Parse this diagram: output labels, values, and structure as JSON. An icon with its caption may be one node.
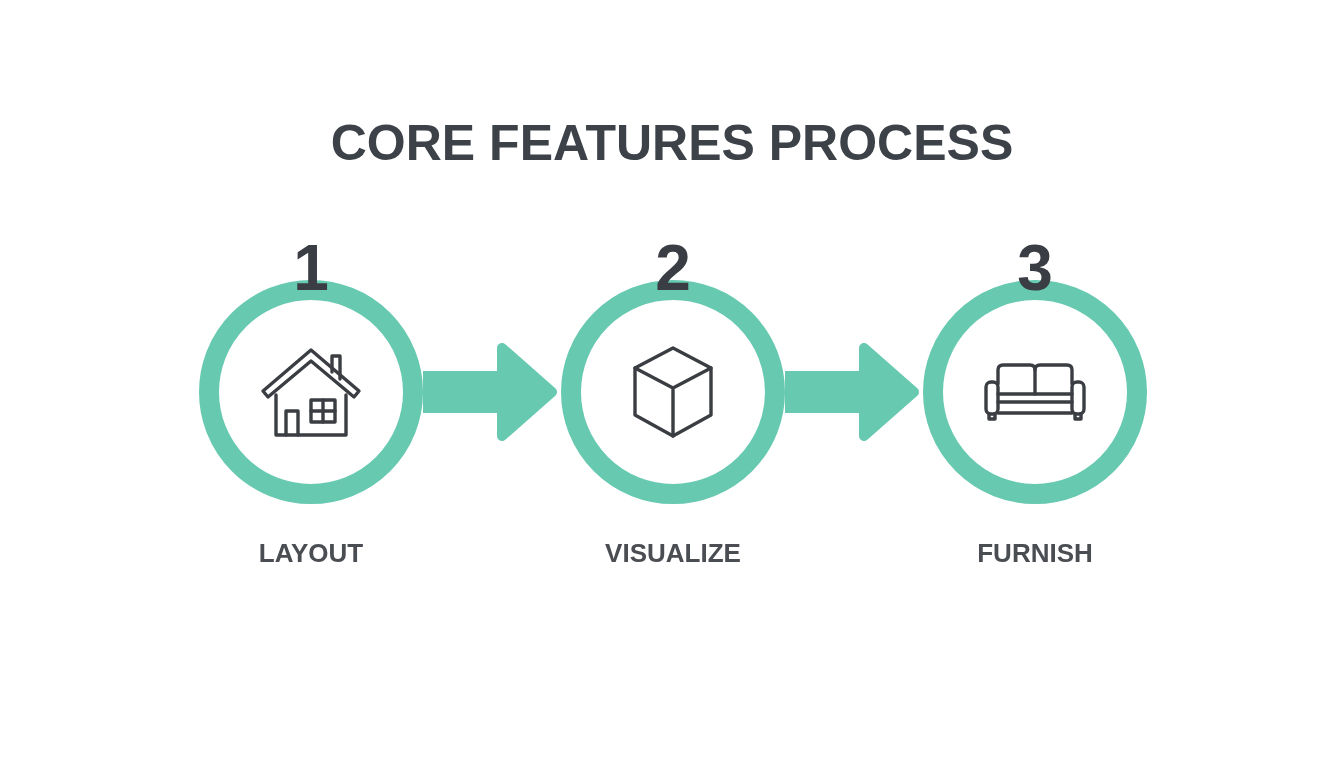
{
  "diagram": {
    "title": "CORE FEATURES PROCESS",
    "nodes": [
      {
        "text": [
          "1"
        ],
        "beside": [
          "LAYOUT"
        ]
      },
      {
        "text": [
          "2"
        ],
        "beside": [
          "VISUALIZE"
        ]
      },
      {
        "text": [
          "3"
        ],
        "beside": [
          "FURNISH"
        ]
      }
    ],
    "edges": [
      {
        "from": 0,
        "to": 1,
        "arrow": "to"
      },
      {
        "from": 1,
        "to": 2,
        "arrow": "to"
      }
    ]
  }
}
